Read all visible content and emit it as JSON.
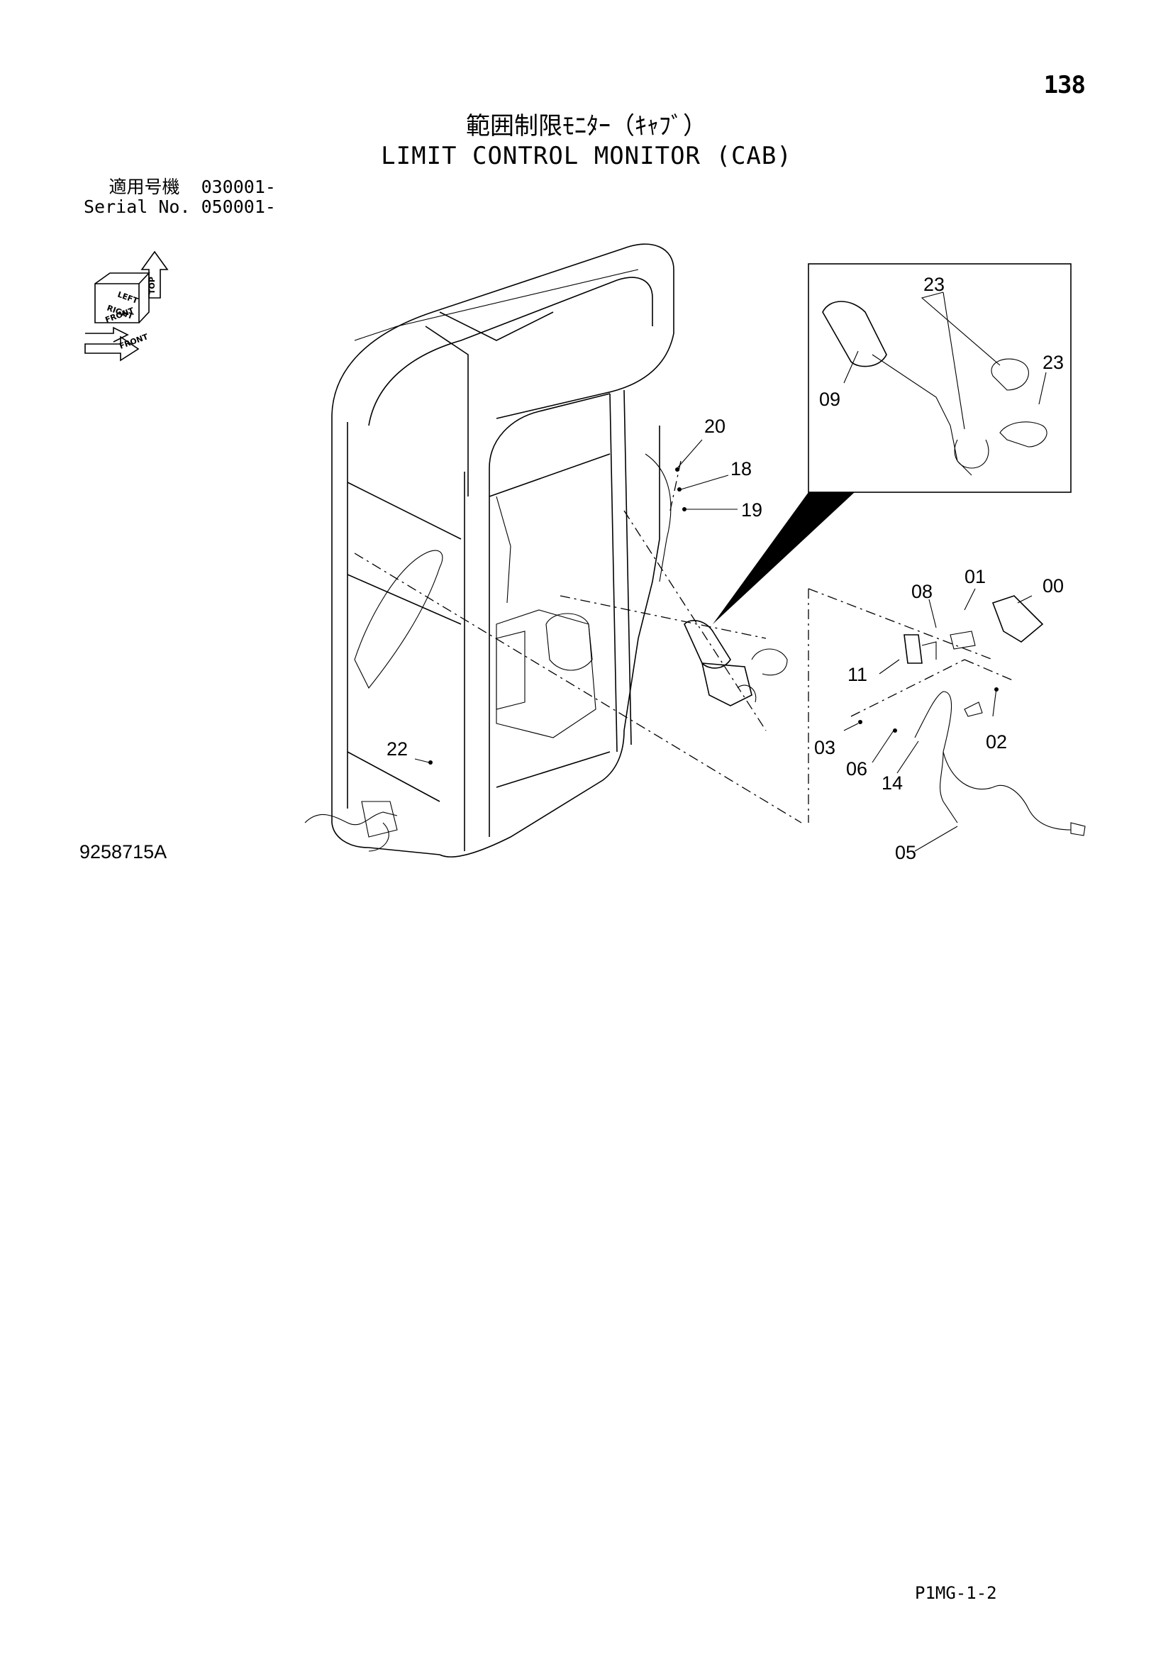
{
  "page": {
    "number": "138",
    "title_jp": "範囲制限ﾓﾆﾀｰ（ｷｬﾌﾞ）",
    "title_en": "LIMIT CONTROL MONITOR (CAB)",
    "serial_lines": [
      "適用号機  030001-",
      "Serial No. 050001-"
    ],
    "drawing_number": "9258715A",
    "page_code": "P1MG-1-2"
  },
  "orientation_icon": {
    "labels": [
      "TOP",
      "LEFT",
      "RIGHT",
      "FRONT",
      "FRONT"
    ]
  },
  "callouts": [
    "00",
    "01",
    "02",
    "03",
    "05",
    "06",
    "08",
    "09",
    "11",
    "14",
    "18",
    "19",
    "20",
    "22",
    "23",
    "23"
  ]
}
